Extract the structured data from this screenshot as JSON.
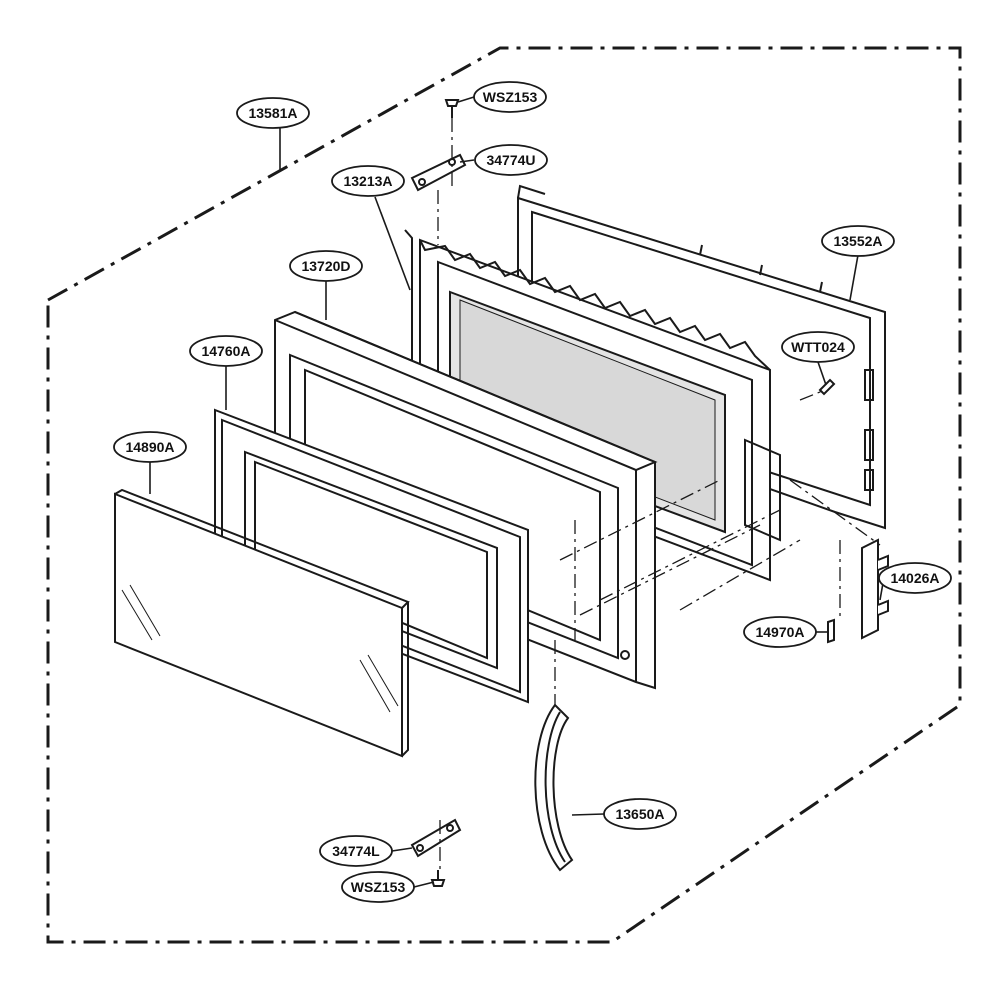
{
  "callouts": [
    {
      "id": "13581a",
      "label": "13581A"
    },
    {
      "id": "wsz153-top",
      "label": "WSZ153"
    },
    {
      "id": "34774u",
      "label": "34774U"
    },
    {
      "id": "13213a",
      "label": "13213A"
    },
    {
      "id": "13552a",
      "label": "13552A"
    },
    {
      "id": "13720d",
      "label": "13720D"
    },
    {
      "id": "wtt024",
      "label": "WTT024"
    },
    {
      "id": "14760a",
      "label": "14760A"
    },
    {
      "id": "14890a",
      "label": "14890A"
    },
    {
      "id": "14026a",
      "label": "14026A"
    },
    {
      "id": "14970a",
      "label": "14970A"
    },
    {
      "id": "13650a",
      "label": "13650A"
    },
    {
      "id": "34774l",
      "label": "34774L"
    },
    {
      "id": "wsz153-bottom",
      "label": "WSZ153"
    }
  ],
  "colors": {
    "line": "#1a1a1a",
    "glass": "#e4e4e4",
    "glass_inner": "#d8d8d8"
  }
}
